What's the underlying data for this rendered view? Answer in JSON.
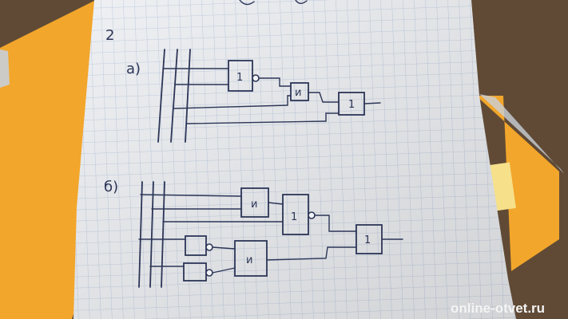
{
  "labels": {
    "problem_number": "2",
    "part_a": "a)",
    "part_b": "б)"
  },
  "gates_a": [
    "1",
    "и",
    "1"
  ],
  "gates_b": [
    "и",
    "1",
    "1",
    "и"
  ],
  "watermark": "online-otvet.ru",
  "colors": {
    "table": "#5b4632",
    "notebook": "#f2a62b",
    "paper": "#eef0f3",
    "grid": "#b8c6dd",
    "ink": "#2c3557"
  }
}
